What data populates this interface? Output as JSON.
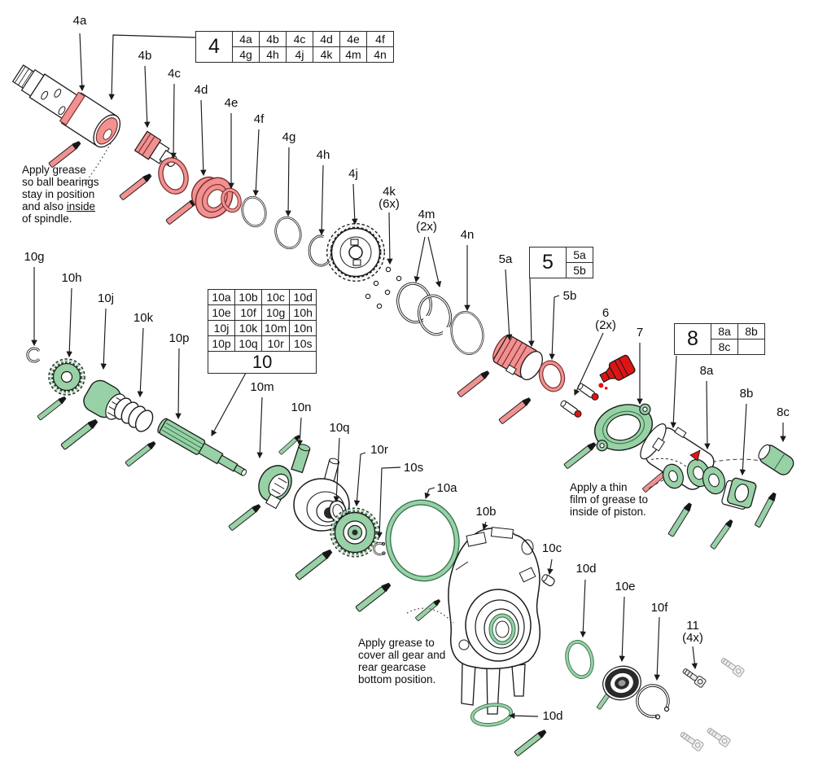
{
  "tables": {
    "t4": {
      "id": "4",
      "rows": [
        [
          "4a",
          "4b",
          "4c",
          "4d",
          "4e",
          "4f"
        ],
        [
          "4g",
          "4h",
          "4j",
          "4k",
          "4m",
          "4n"
        ]
      ]
    },
    "t5": {
      "id": "5",
      "rows": [
        [
          "5a"
        ],
        [
          "5b"
        ]
      ]
    },
    "t8": {
      "id": "8",
      "rows": [
        [
          "8a",
          "8b"
        ],
        [
          "8c",
          ""
        ]
      ]
    },
    "t10": {
      "id": "10",
      "rows": [
        [
          "10a",
          "10b",
          "10c",
          "10d"
        ],
        [
          "10e",
          "10f",
          "10g",
          "10h"
        ],
        [
          "10j",
          "10k",
          "10m",
          "10n"
        ],
        [
          "10p",
          "10q",
          "10r",
          "10s"
        ]
      ]
    }
  },
  "labels": {
    "p4a": "4a",
    "p4b": "4b",
    "p4c": "4c",
    "p4d": "4d",
    "p4e": "4e",
    "p4f": "4f",
    "p4g": "4g",
    "p4h": "4h",
    "p4j": "4j",
    "p4k": "4k",
    "p4k_qty": "(6x)",
    "p4m": "4m",
    "p4m_qty": "(2x)",
    "p4n": "4n",
    "p5a": "5a",
    "p5b": "5b",
    "p6": "6",
    "p6_qty": "(2x)",
    "p7": "7",
    "p8a": "8a",
    "p8b": "8b",
    "p8c": "8c",
    "p10a": "10a",
    "p10b": "10b",
    "p10c": "10c",
    "p10d": "10d",
    "p10d2": "10d",
    "p10e": "10e",
    "p10f": "10f",
    "p10g": "10g",
    "p10h": "10h",
    "p10j": "10j",
    "p10k": "10k",
    "p10m": "10m",
    "p10n": "10n",
    "p10p": "10p",
    "p10q": "10q",
    "p10r": "10r",
    "p10s": "10s",
    "p11": "11",
    "p11_qty": "(4x)"
  },
  "notes": {
    "spindle": {
      "l1": "Apply grease",
      "l2": "so ball bearings",
      "l3": "stay in position",
      "l4_pre": "and also ",
      "l4_underline": "inside",
      "l5": "of spindle."
    },
    "piston": {
      "l1": "Apply a thin",
      "l2": "film of grease to",
      "l3": "inside of piston."
    },
    "gearcase": {
      "l1": "Apply grease to",
      "l2": "cover all gear and",
      "l3": "rear gearcase",
      "l4": "bottom position."
    }
  },
  "colors": {
    "pink": "#F29191",
    "pink_dark": "#7a2e2e",
    "red": "#DE1414",
    "green": "#97D1A5",
    "green_dark": "#2f6b45",
    "line": "#1a1a1a"
  }
}
